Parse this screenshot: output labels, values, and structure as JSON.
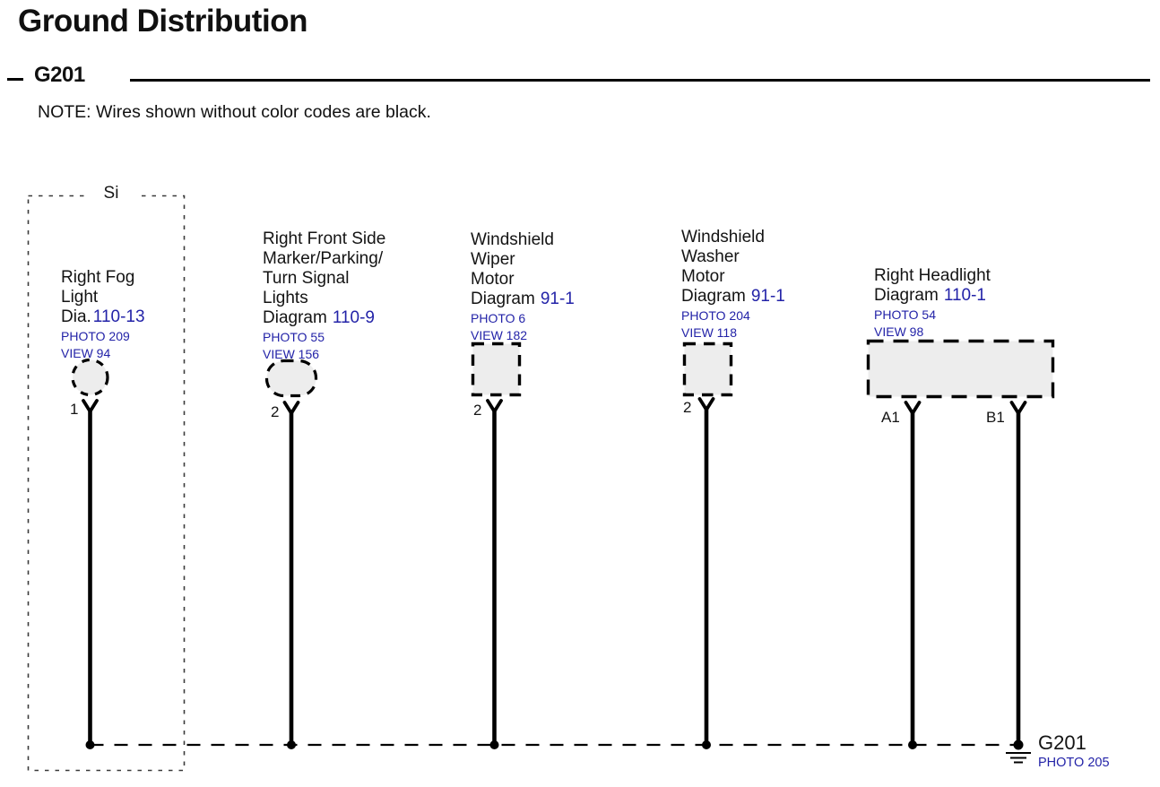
{
  "page": {
    "title": "Ground Distribution",
    "section": "G201",
    "note": "NOTE: Wires shown without color codes are black."
  },
  "colors": {
    "link_blue": "#2323A8",
    "wire_black": "#000000",
    "connector_fill": "#ededed"
  },
  "si_box_label": "Si",
  "components": [
    {
      "name": "Right Fog\nLight",
      "diagram_prefix": "Dia.",
      "diagram_ref": "110-13",
      "photo": "PHOTO 209",
      "view": "VIEW 94",
      "pin": "1",
      "connector": "circle"
    },
    {
      "name": "Right Front Side\nMarker/Parking/\nTurn Signal\nLights",
      "diagram_prefix": "Diagram",
      "diagram_ref": "110-9",
      "photo": "PHOTO 55",
      "view": "VIEW 156",
      "pin": "2",
      "connector": "oval"
    },
    {
      "name": "Windshield\nWiper\nMotor",
      "diagram_prefix": "Diagram",
      "diagram_ref": "91-1",
      "photo": "PHOTO 6",
      "view": "VIEW 182",
      "pin": "2",
      "connector": "square"
    },
    {
      "name": "Windshield\nWasher\nMotor",
      "diagram_prefix": "Diagram",
      "diagram_ref": "91-1",
      "photo": "PHOTO 204",
      "view": "VIEW 118",
      "pin": "2",
      "connector": "square"
    },
    {
      "name": "Right Headlight",
      "diagram_prefix": "Diagram",
      "diagram_ref": "110-1",
      "photo": "PHOTO 54",
      "view": "VIEW 98",
      "pins": [
        "A1",
        "B1"
      ],
      "connector": "rect"
    }
  ],
  "ground": {
    "label": "G201",
    "photo": "PHOTO 205"
  }
}
